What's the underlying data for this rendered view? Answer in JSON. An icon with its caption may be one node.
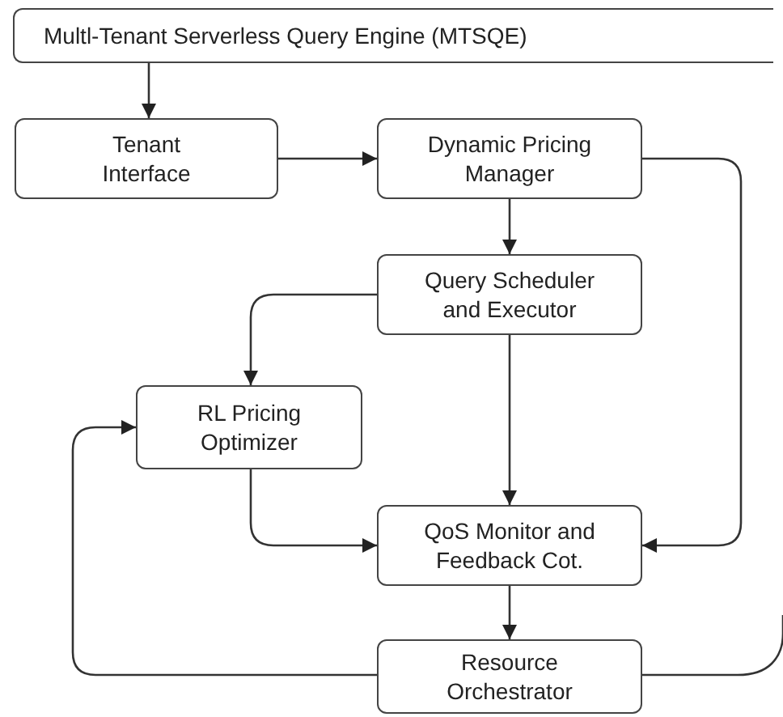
{
  "diagram": {
    "nodes": [
      {
        "text": [
          "Multl-Tenant Serverless Query Engine (MTSQE)"
        ]
      },
      {
        "text": [
          "Tenant Interface"
        ]
      },
      {
        "text": [
          "Dynamic Pricing Manager"
        ]
      },
      {
        "text": [
          "Query Scheduler and Executor"
        ]
      },
      {
        "text": [
          "RL Pricing Optimizer"
        ]
      },
      {
        "text": [
          "QoS Monitor and Feedback Cot."
        ]
      },
      {
        "text": [
          "Resource Orchestrator"
        ]
      }
    ],
    "edges": [
      {
        "from": 0,
        "to": 1,
        "arrow": "to"
      },
      {
        "from": 1,
        "to": 2,
        "arrow": "to"
      },
      {
        "from": 2,
        "to": 3,
        "arrow": "to"
      },
      {
        "from": 2,
        "to": 5,
        "arrow": "to"
      },
      {
        "from": 3,
        "to": 4,
        "arrow": "to"
      },
      {
        "from": 3,
        "to": 5,
        "arrow": "to"
      },
      {
        "from": 4,
        "to": 5,
        "arrow": "to"
      },
      {
        "from": 5,
        "to": 6,
        "arrow": "to"
      },
      {
        "from": 6,
        "to": 4,
        "arrow": "to"
      },
      {
        "from": 6,
        "to": null,
        "arrow": "none"
      }
    ]
  }
}
